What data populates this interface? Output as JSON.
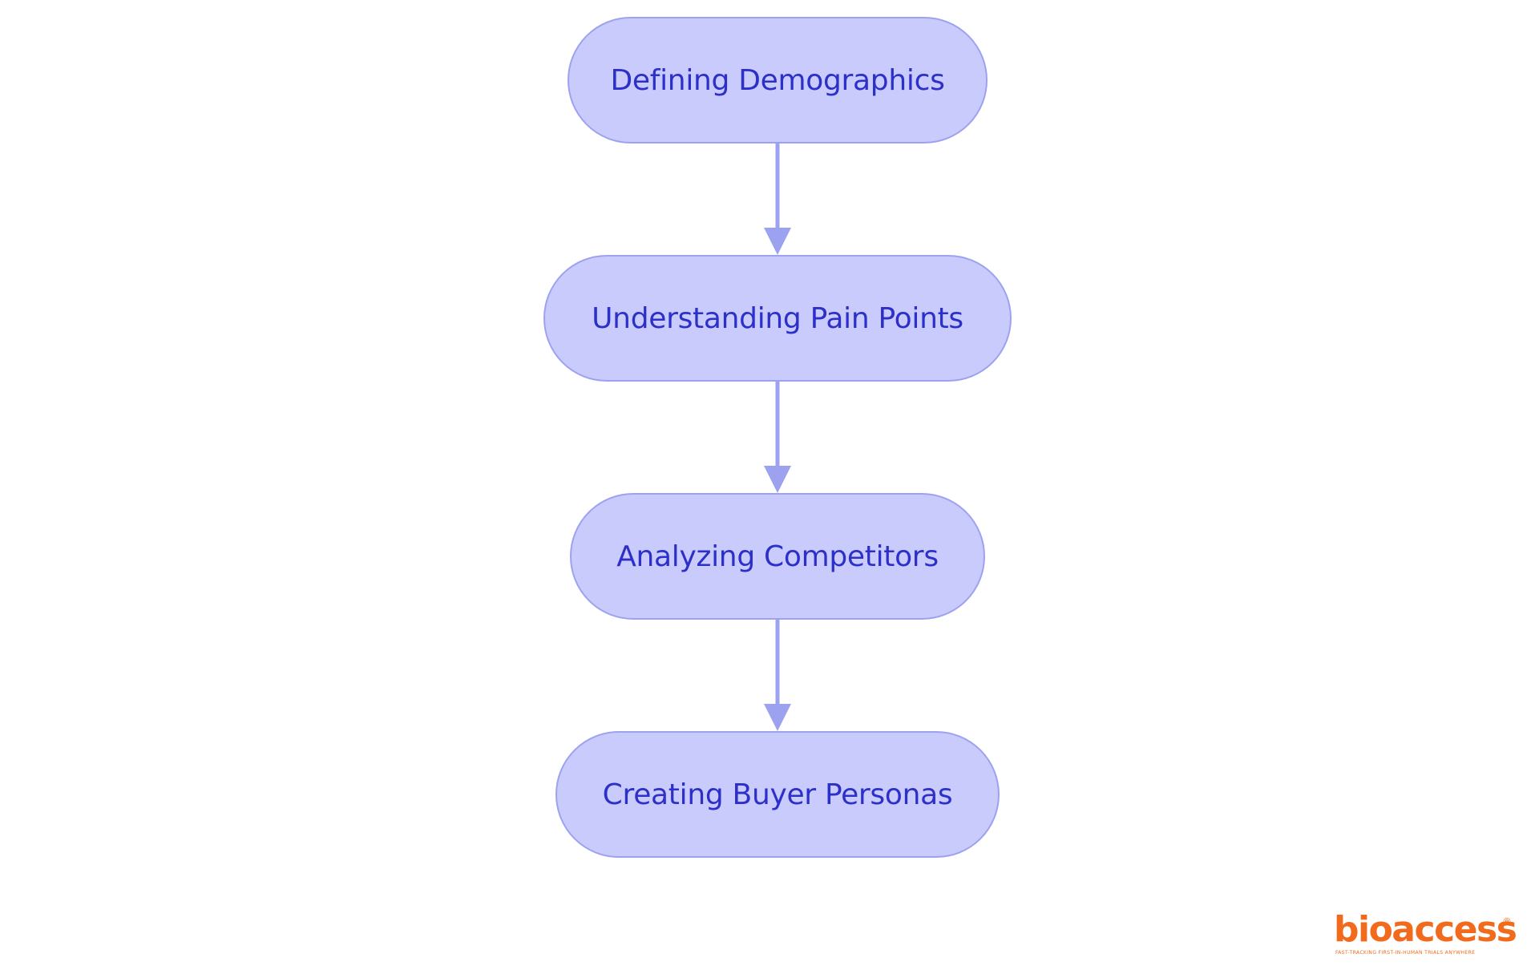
{
  "diagram": {
    "nodes": [
      {
        "id": "n1",
        "label": "Defining Demographics"
      },
      {
        "id": "n2",
        "label": "Understanding Pain Points"
      },
      {
        "id": "n3",
        "label": "Analyzing Competitors"
      },
      {
        "id": "n4",
        "label": "Creating Buyer Personas"
      }
    ],
    "edges": [
      {
        "from": "n1",
        "to": "n2"
      },
      {
        "from": "n2",
        "to": "n3"
      },
      {
        "from": "n3",
        "to": "n4"
      }
    ],
    "colors": {
      "node_fill": "#cacbfd",
      "node_stroke": "#9da2f0",
      "label_text": "#2d30c8",
      "edge": "#9da2f0"
    }
  },
  "logo": {
    "wordmark": "bioaccess",
    "registered_mark": "®",
    "tagline": "FAST-TRACKING FIRST-IN-HUMAN TRIALS ANYWHERE",
    "color": "#f26a1b"
  }
}
